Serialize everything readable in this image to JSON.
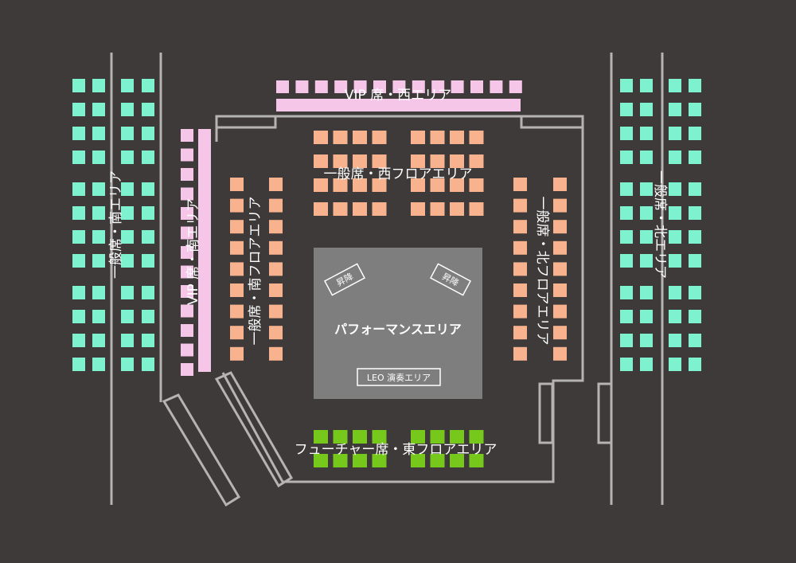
{
  "labels": {
    "vip_west": "VIP 席・西エリア",
    "vip_south": "VIP 席・南エリア",
    "general_south": "一般席・南エリア",
    "general_north": "一般席・北エリア",
    "general_west_floor": "一般席・西フロアエリア",
    "general_south_floor": "一般席・南フロアエリア",
    "general_north_floor": "一般席・北フロアエリア",
    "future_east_floor": "フューチャー席・東フロアエリア",
    "performance": "パフォーマンスエリア",
    "leo": "LEO 演奏エリア",
    "stage_left": "昇降",
    "stage_right": "昇降"
  },
  "colors": {
    "background": "#3d3a39",
    "walls": "#b5b3b3",
    "vip": "#f6c6e8",
    "general": "#7ef2cf",
    "floor": "#f8b28e",
    "future": "#76c91a",
    "performance": "#7e7e7e",
    "text": "#ffffff"
  }
}
